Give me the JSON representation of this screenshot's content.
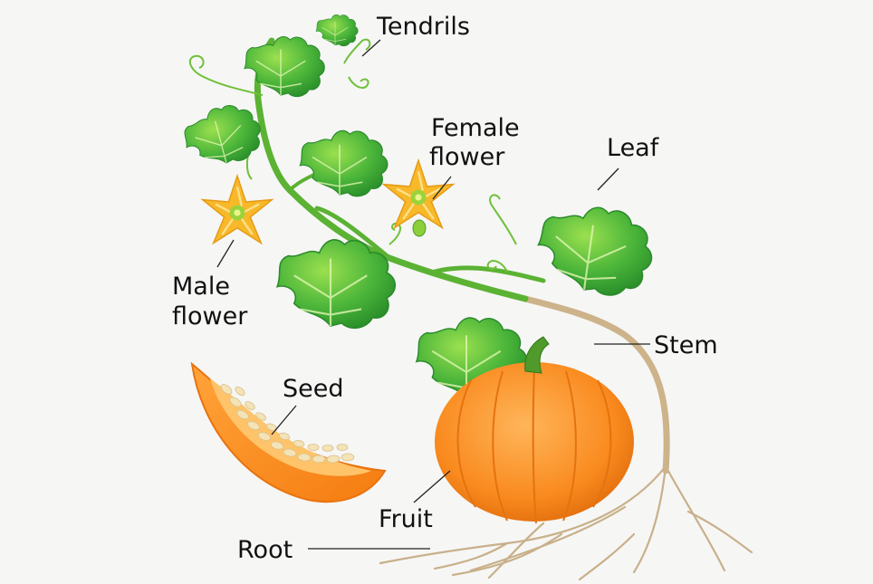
{
  "labels": {
    "tendrils": "Tendrils",
    "female_flower_1": "Female",
    "female_flower_2": "flower",
    "leaf": "Leaf",
    "male_flower_1": "Male",
    "male_flower_2": "flower",
    "stem": "Stem",
    "seed": "Seed",
    "fruit": "Fruit",
    "root": "Root"
  },
  "colors": {
    "background": "#f6f6f5",
    "leaf_dark": "#2e9a2c",
    "leaf_light": "#8fd04a",
    "stem_green": "#5bb233",
    "flower": "#f7b82a",
    "flower_center": "#9ad33a",
    "pumpkin": "#f9871c",
    "pumpkin_light": "#fdb04a",
    "pumpkin_stalk": "#4f9a2a",
    "seed": "#f3e3b6",
    "root": "#c8b08a",
    "leader_line": "#222222"
  }
}
